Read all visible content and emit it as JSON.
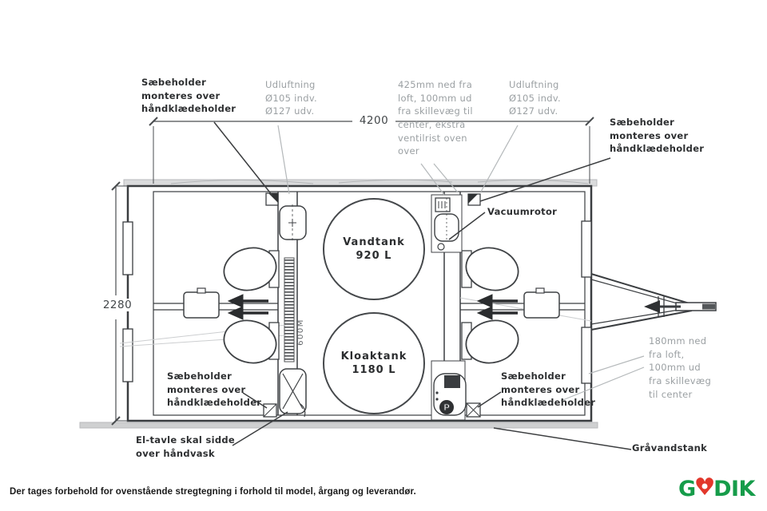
{
  "footer": {
    "disclaimer": "Der tages forbehold for ovenstående stregtegning i forhold til model, årgang og leverandør."
  },
  "brand": {
    "g": "G",
    "heart_icon": "♥",
    "dik": "DIK",
    "green": "#169c4a",
    "heart_color": "#e2372b"
  },
  "diagram": {
    "dimensions": {
      "length_mm": "4200",
      "width_mm": "2280",
      "partition_height": "600M"
    },
    "tanks": {
      "water": {
        "name": "Vandtank",
        "capacity": "920 L"
      },
      "sewage": {
        "name": "Kloaktank",
        "capacity": "1180 L"
      }
    },
    "labels": {
      "soap_top_left": "Sæbeholder\nmonteres over\nhåndklædeholder",
      "vent_left": "Udluftning\nØ105 indv.\nØ127 udv.",
      "vent_note": "425mm ned fra\nloft, 100mm ud\nfra skillevæg til\ncenter, ekstra\nventilrist oven\nover",
      "vent_right": "Udluftning\nØ105 indv.\nØ127 udv.",
      "soap_top_right": "Sæbeholder\nmonteres over\nhåndklædeholder",
      "vacuum_rotor": "Vacuumrotor",
      "soap_bottom_left": "Sæbeholder\nmonteres over\nhåndklædeholder",
      "el_panel": "El-tavle skal sidde\nover håndvask",
      "soap_bottom_right": "Sæbeholder\nmonteres over\nhåndklædeholder",
      "mount_note": "180mm ned\nfra loft,\n100mm ud\nfra skillevæg\ntil center",
      "greywater_tank": "Gråvandstank",
      "pump_marker": "P"
    }
  }
}
